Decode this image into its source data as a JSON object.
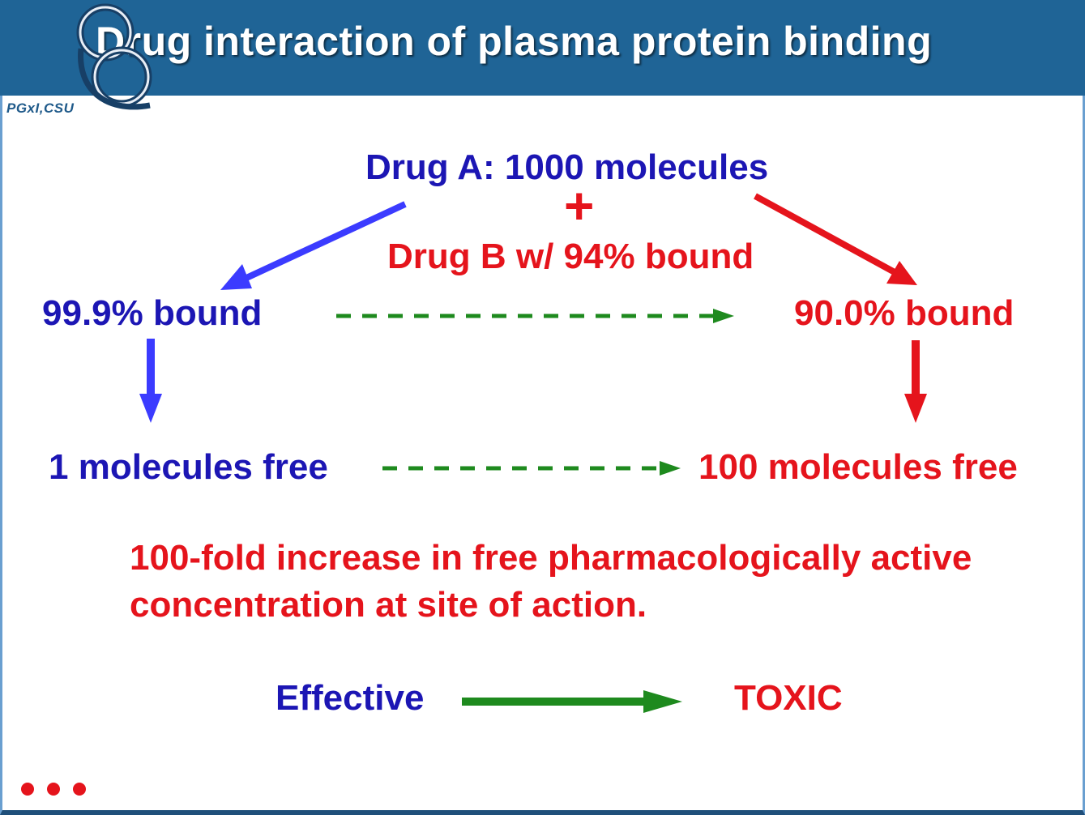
{
  "slide": {
    "title": "Drug interaction of plasma protein binding",
    "logo_text": "PGxI,CSU"
  },
  "diagram": {
    "drug_a": "Drug A: 1000 molecules",
    "plus_sign": "+",
    "drug_b": "Drug B w/ 94% bound",
    "left_bound": "99.9% bound",
    "right_bound": "90.0% bound",
    "left_free": "1 molecules free",
    "right_free": "100 molecules free",
    "conclusion_line1": "100-fold increase in free pharmacologically active",
    "conclusion_line2": "concentration at site of action.",
    "effective": "Effective",
    "toxic": "TOXIC"
  },
  "colors": {
    "header": "#1f6496",
    "blue": "#1c16b4",
    "red": "#e5141c",
    "green": "#1e8a1e",
    "blue_arrow": "#3b3bff"
  },
  "icons": {
    "logo": "double-loop-logo-icon",
    "nav": "more-dots-icon"
  }
}
